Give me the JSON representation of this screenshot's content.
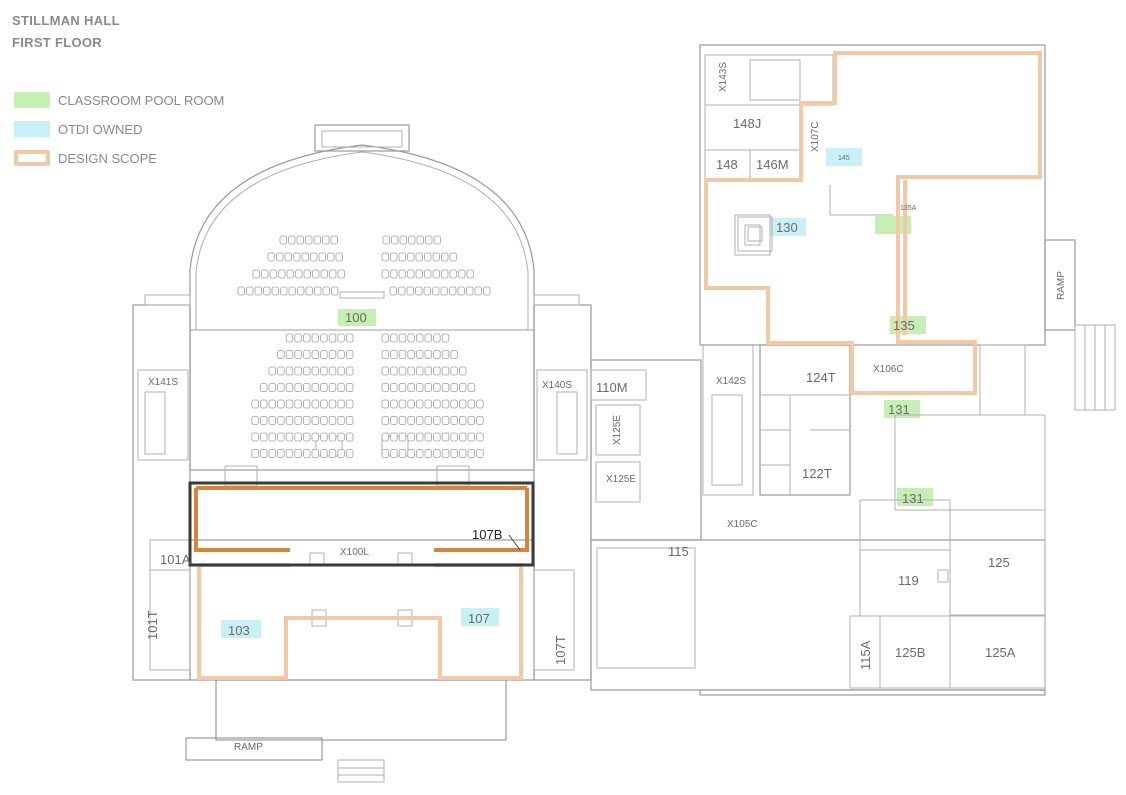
{
  "title": {
    "line1": "STILLMAN HALL",
    "line2": "FIRST FLOOR"
  },
  "legend": [
    {
      "label": "CLASSROOM POOL ROOM",
      "color": "#c6efb3",
      "style": "fill"
    },
    {
      "label": "OTDI OWNED",
      "color": "#c7f1f7",
      "style": "fill"
    },
    {
      "label": "DESIGN SCOPE",
      "color": "#f2c9a4",
      "style": "outline"
    }
  ],
  "colors": {
    "classroom_pool": "#c6efb3",
    "otdi_owned": "#c7f1f7",
    "design_scope": "#f2c9a4",
    "scope_dark": "#d9843a",
    "highlight_box": "#3a3a3a",
    "walls": "#9a9a9a"
  },
  "rooms": {
    "r100": "100",
    "r103": "103",
    "r107": "107",
    "r107B": "107B",
    "rX100L": "X100L",
    "r101A": "101A",
    "r101T": "101T",
    "r107T": "107T",
    "rX141S": "X141S",
    "rX140S": "X140S",
    "r110M": "110M",
    "rX142S": "X142S",
    "rX125E_a": "X125E",
    "rX125E_b": "X125E",
    "r124T": "124T",
    "r122T": "122T",
    "rX106C": "X106C",
    "r131a": "131",
    "r131b": "131",
    "r135": "135",
    "r135A": "135A",
    "r130": "130",
    "r145": "145",
    "r148J": "148J",
    "r148": "148",
    "r146M": "146M",
    "rX107C": "X107C",
    "rX143S": "X143S",
    "rX105C": "X105C",
    "r115": "115",
    "r119": "119",
    "r125": "125",
    "r115A": "115A",
    "r125B": "125B",
    "r125A": "125A",
    "ramp_bottom": "RAMP",
    "ramp_right": "RAMP"
  }
}
